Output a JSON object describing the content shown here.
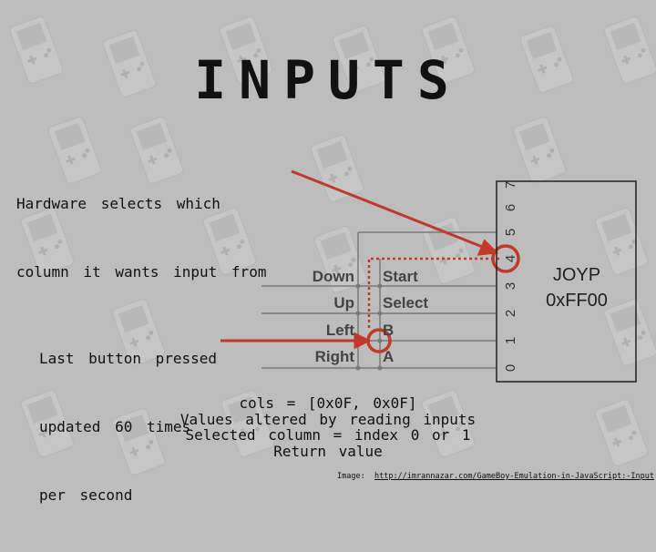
{
  "title": "INPUTS",
  "annotations": {
    "hardware_line1": "Hardware selects which",
    "hardware_line2": "column it wants input from",
    "last_line1": "Last button pressed",
    "last_line2": "updated 60 times",
    "last_line3": "per second"
  },
  "diagram": {
    "rows": [
      {
        "left": "Down",
        "right": "Start"
      },
      {
        "left": "Up",
        "right": "Select"
      },
      {
        "left": "Left",
        "right": "B"
      },
      {
        "left": "Right",
        "right": "A"
      }
    ],
    "register_name": "JOYP",
    "register_address": "0xFF00",
    "pins": [
      "0",
      "1",
      "2",
      "3",
      "4",
      "5",
      "6",
      "7"
    ],
    "accent_color": "#c0392b"
  },
  "bottom": {
    "line1": "cols = [0x0F, 0x0F]",
    "line2": "Values altered by reading inputs",
    "line3": "Selected column = index 0 or 1",
    "line4": "Return value"
  },
  "credit": {
    "label": "Image:",
    "url": "http://imrannazar.com/GameBoy-Emulation-in-JavaScript:-Input"
  }
}
